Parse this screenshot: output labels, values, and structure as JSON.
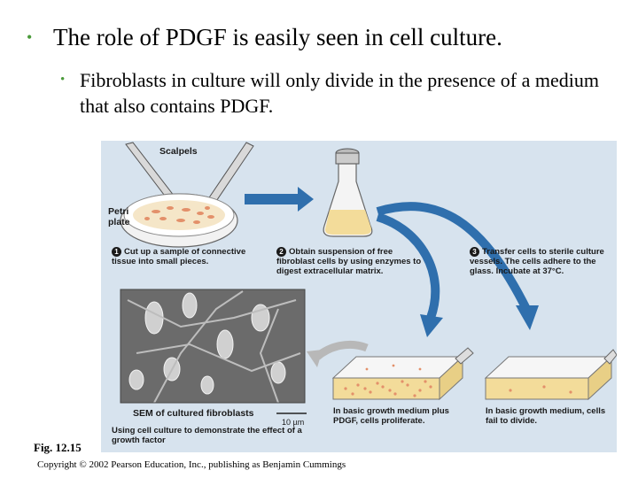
{
  "bullets": {
    "main": "The role of PDGF is easily seen in cell culture.",
    "sub": "Fibroblasts in culture will only divide in the presence of a medium that also contains PDGF."
  },
  "figure": {
    "label_scalpels": "Scalpels",
    "label_petri": "Petri plate",
    "step1_num": "1",
    "step1_text": "Cut up a sample of connective tissue into small pieces.",
    "step2_num": "2",
    "step2_text": "Obtain suspension of free fibroblast cells by using enzymes to digest extracellular matrix.",
    "step3_num": "3",
    "step3_text": "Transfer cells to sterile culture vessels. The cells adhere to the glass. Incubate at 37°C.",
    "sem_caption": "SEM of cultured fibroblasts",
    "scale_bar": "10 µm",
    "result_pdgf": "In basic growth medium plus PDGF, cells proliferate.",
    "result_basic": "In basic growth medium, cells fail to divide.",
    "title": "Using cell culture to demonstrate the effect of a growth factor"
  },
  "fig_label": "Fig. 12.15",
  "copyright": "Copyright © 2002 Pearson Education, Inc., publishing as Benjamin Cummings",
  "colors": {
    "bullet": "#4a9a3a",
    "figure_bg": "#d7e3ee",
    "arrow": "#2f6fad",
    "medium": "#f3dc9a",
    "cell": "#e3906a"
  }
}
